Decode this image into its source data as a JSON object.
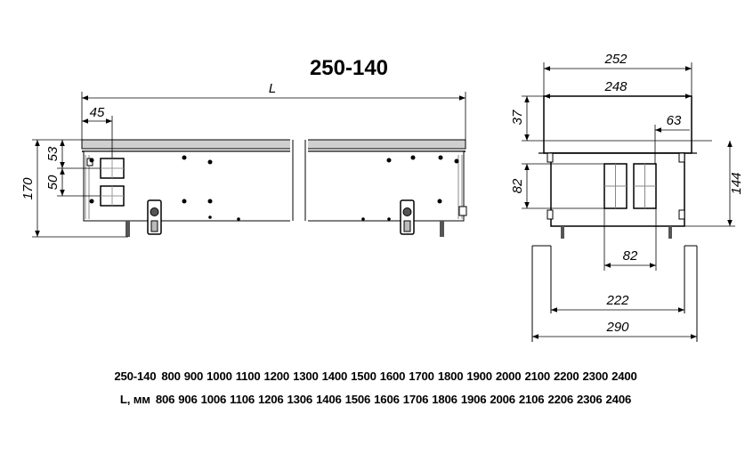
{
  "title": "250-140",
  "front_view": {
    "length_label": "L",
    "dims": {
      "offset": "45",
      "height_total": "170",
      "height_top": "53",
      "height_mid": "50"
    }
  },
  "side_view": {
    "dims": {
      "outer_top": "252",
      "inner_top": "248",
      "flange": "37",
      "grille_offset": "63",
      "fan_height": "82",
      "total_height": "144",
      "fan_width": "82",
      "inner_bottom": "222",
      "outer_bottom": "290"
    }
  },
  "table": {
    "row1_label": "250-140",
    "row1_values": [
      "800",
      "900",
      "1000",
      "1100",
      "1200",
      "1300",
      "1400",
      "1500",
      "1600",
      "1700",
      "1800",
      "1900",
      "2000",
      "2100",
      "2200",
      "2300",
      "2400"
    ],
    "row2_label": "L, мм",
    "row2_values": [
      "806",
      "906",
      "1006",
      "1106",
      "1206",
      "1306",
      "1406",
      "1506",
      "1606",
      "1706",
      "1806",
      "1906",
      "2006",
      "2106",
      "2206",
      "2306",
      "2406"
    ]
  }
}
